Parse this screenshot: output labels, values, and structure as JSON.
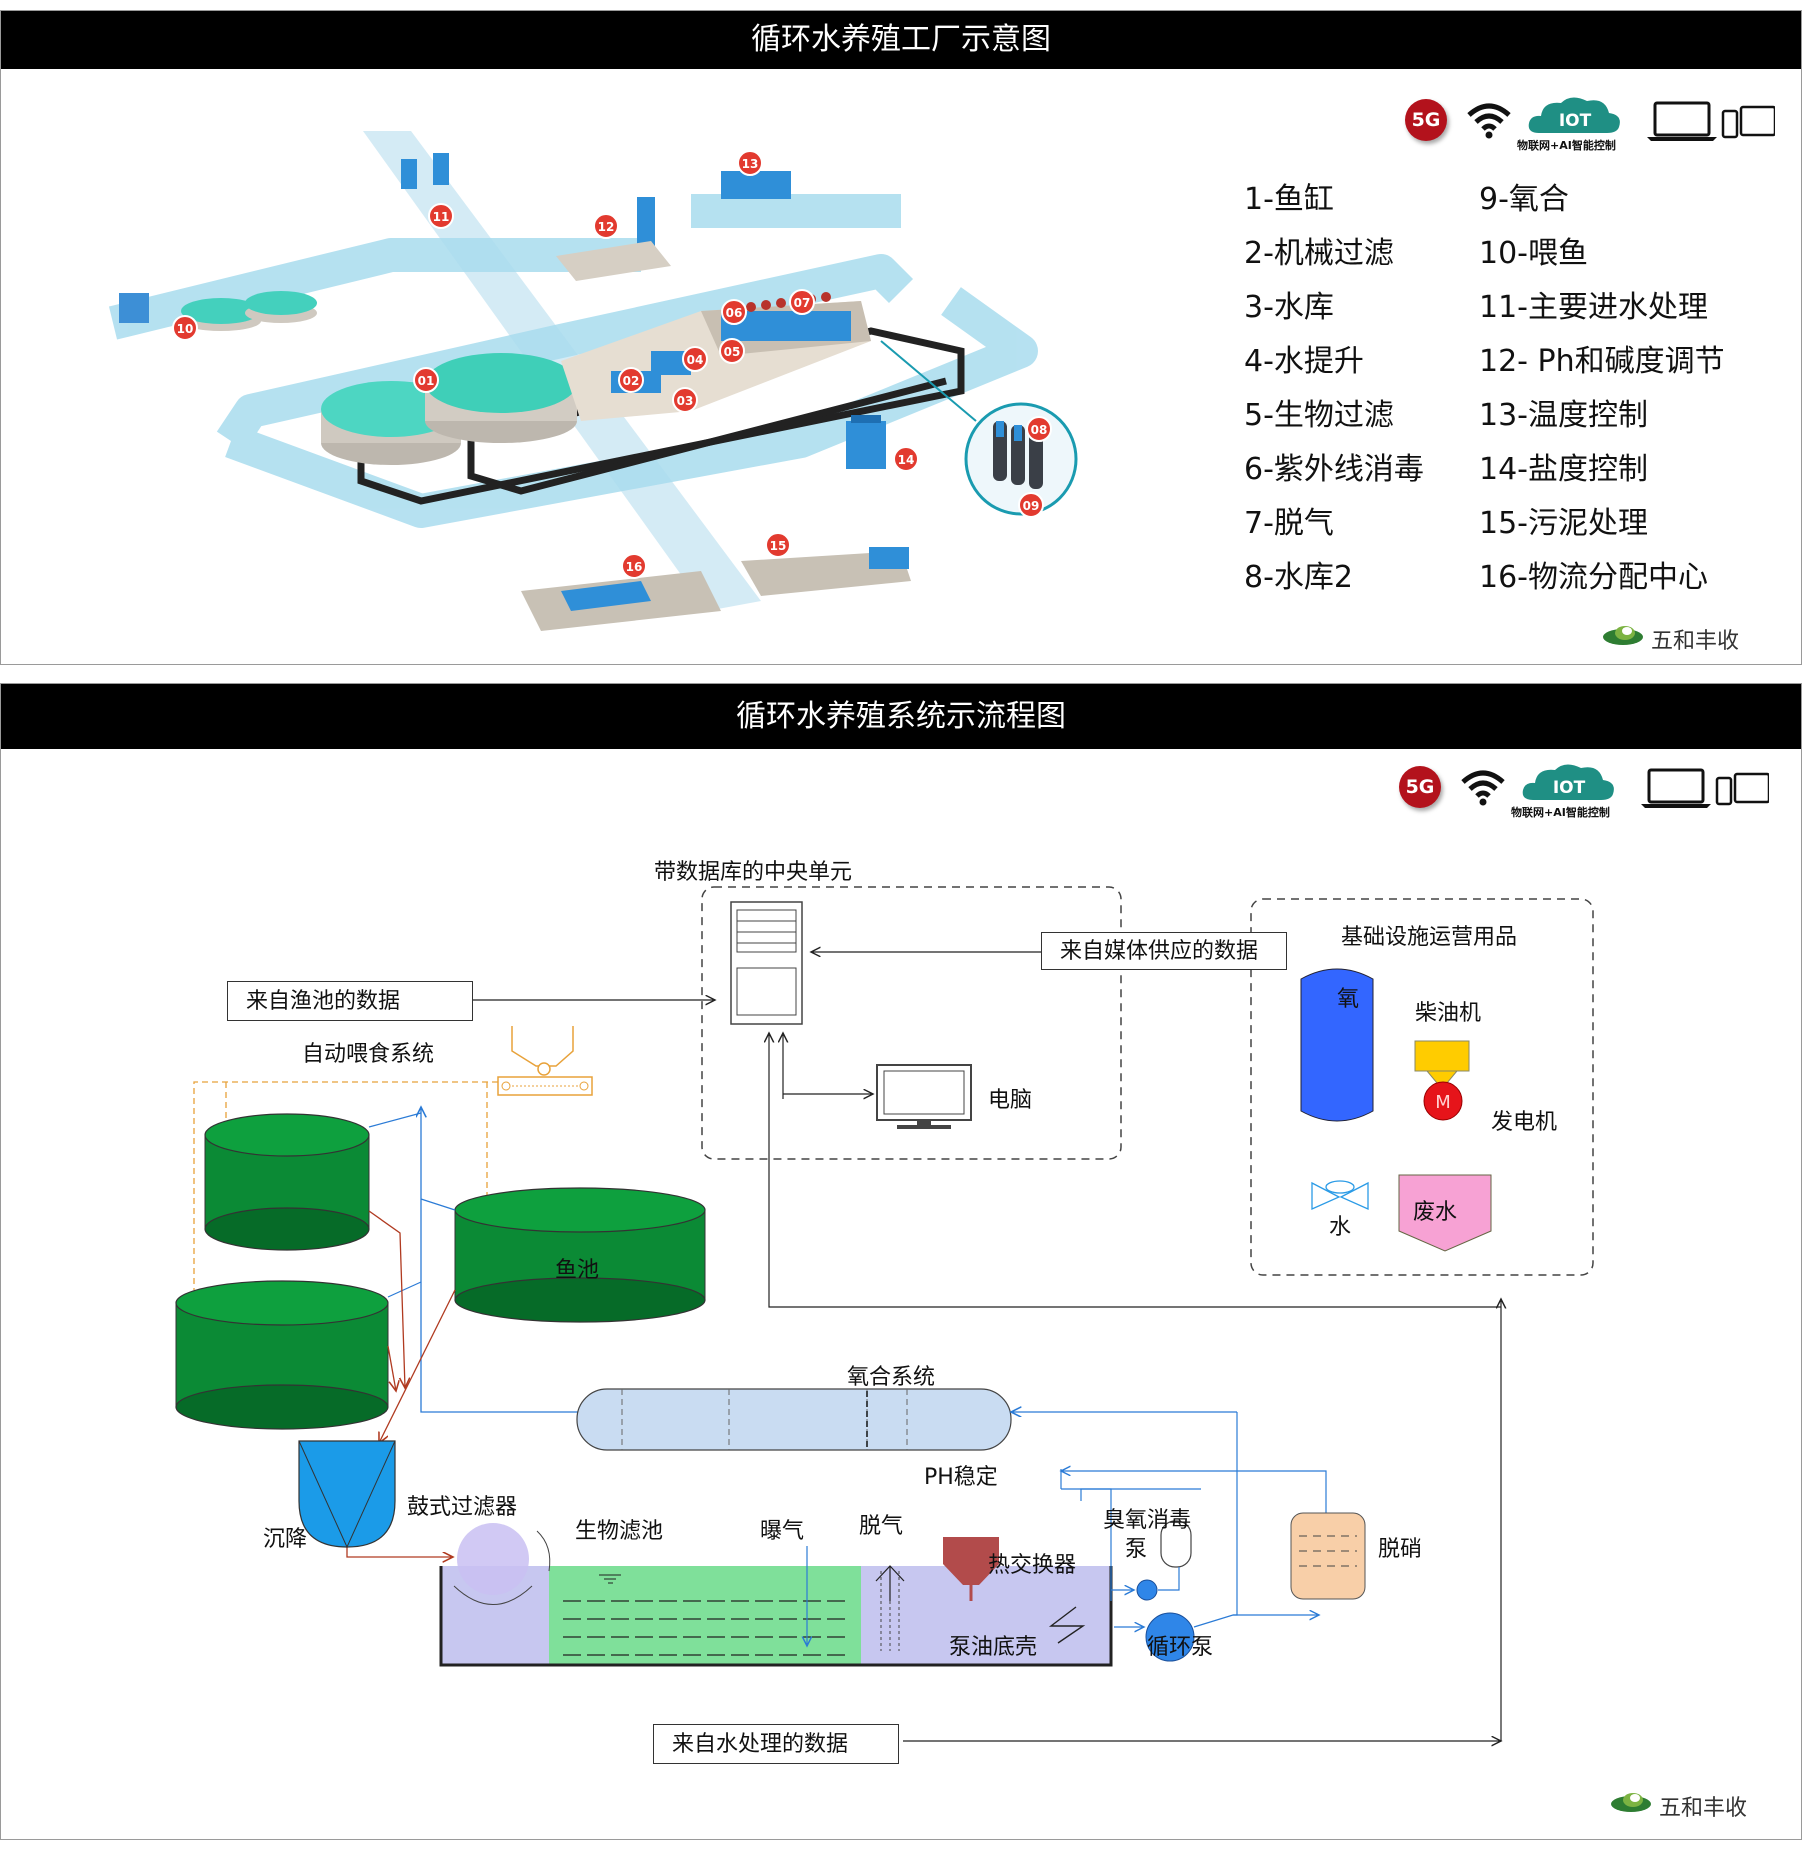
{
  "top_panel": {
    "title": "循环水养殖工厂示意图",
    "tech_badges": {
      "five_g": "5G",
      "iot": "IOT",
      "iot_caption": "物联网+AI智能控制"
    },
    "legend_left": [
      "1-鱼缸",
      "2-机械过滤",
      "3-水库",
      "4-水提升",
      "5-生物过滤",
      "6-紫外线消毒",
      "7-脱气",
      "8-水库2"
    ],
    "legend_right": [
      "9-氧合",
      "10-喂鱼",
      "11-主要进水处理",
      "12- Ph和碱度调节",
      "13-温度控制",
      "14-盐度控制",
      "15-污泥处理",
      "16-物流分配中心"
    ],
    "markers": [
      "01",
      "02",
      "03",
      "04",
      "05",
      "06",
      "07",
      "08",
      "09",
      "10",
      "11",
      "12",
      "13",
      "14",
      "15",
      "16"
    ],
    "brand": "五和丰收"
  },
  "bottom_panel": {
    "title": "循环水养殖系统示流程图",
    "tech_badges": {
      "five_g": "5G",
      "iot": "IOT",
      "iot_caption": "物联网+AI智能控制"
    },
    "central_unit": "带数据库的中央单元",
    "media_data": "来自媒体供应的数据",
    "fishpond_data": "来自渔池的数据",
    "auto_feed": "自动喂食系统",
    "computer": "电脑",
    "infrastructure": "基础设施运营用品",
    "oxygen": "氧",
    "diesel": "柴油机",
    "generator": "发电机",
    "generator_symbol": "M",
    "water": "水",
    "waste_water": "废水",
    "fish_pond": "鱼池",
    "oxygen_system": "氧合系统",
    "ph_stable": "PH稳定",
    "drum_filter": "鼓式过滤器",
    "settling": "沉降",
    "bio_filter": "生物滤池",
    "aeration": "曝气",
    "degas": "脱气",
    "ozone": "臭氧消毒",
    "pump": "泵",
    "heat_exchanger": "热交换器",
    "sump": "泵油底壳",
    "circ_pump": "循环泵",
    "denitrify": "脱硝",
    "water_treatment_data": "来自水处理的数据",
    "brand": "五和丰收"
  },
  "colors": {
    "title_bar": "#000000",
    "marker_red": "#e23a2f",
    "pool_green": "#0b8a35",
    "oxygen_blue": "#3366ff",
    "biofilter_green": "#7fe09a",
    "tank_lavender": "#c7c7f0"
  }
}
